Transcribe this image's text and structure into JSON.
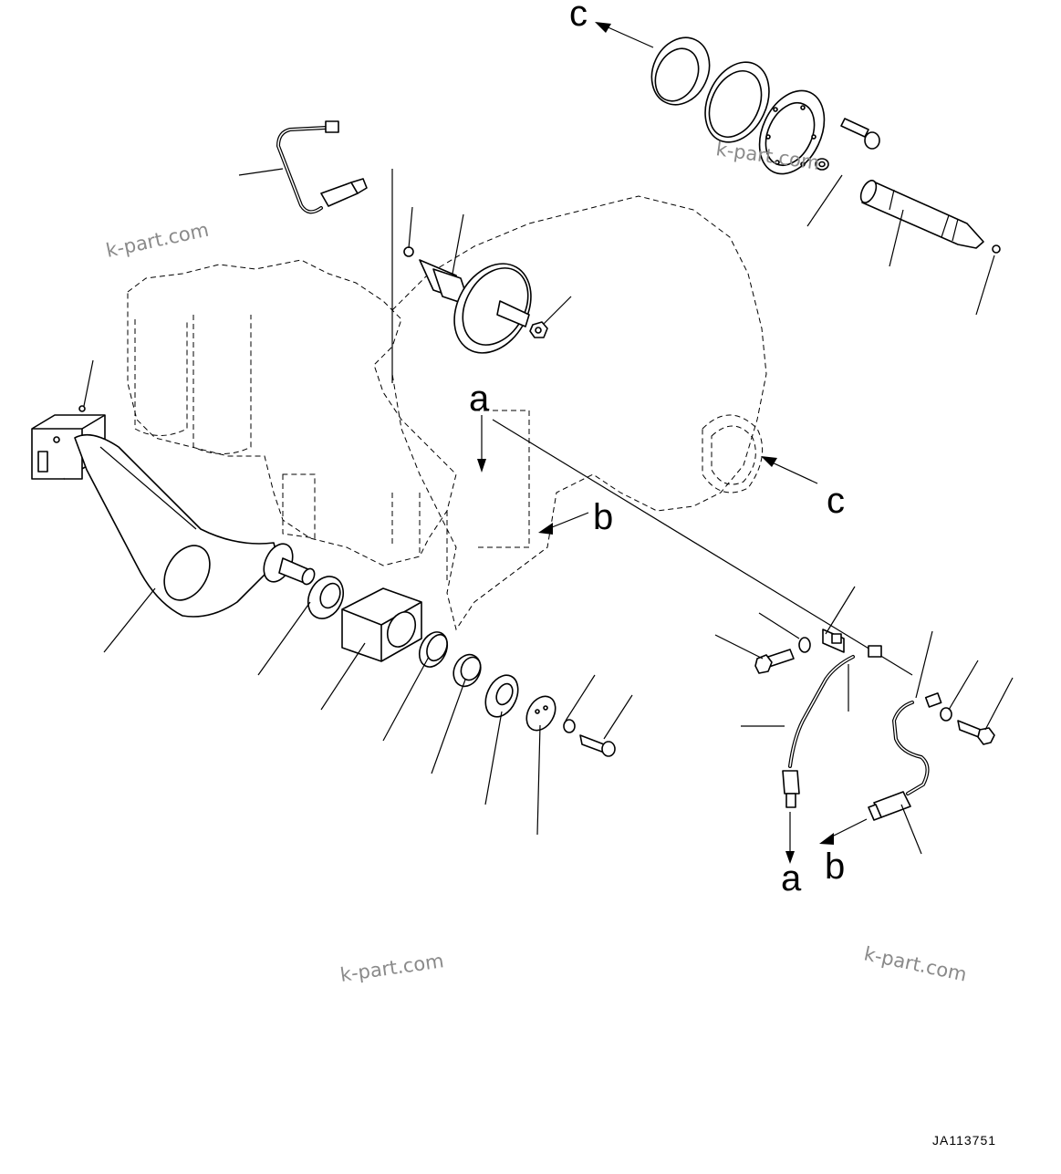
{
  "diagram": {
    "reference_letters": {
      "c_top": "c",
      "c_right": "c",
      "a_mid": "a",
      "b_mid": "b",
      "a_bottom": "a",
      "b_bottom": "b"
    },
    "watermarks": [
      "k-part.com",
      "k-part.com",
      "k-part.com",
      "k-part.com"
    ],
    "drawing_code": "JA113751",
    "line_color": "#000000",
    "background_color": "#ffffff"
  }
}
